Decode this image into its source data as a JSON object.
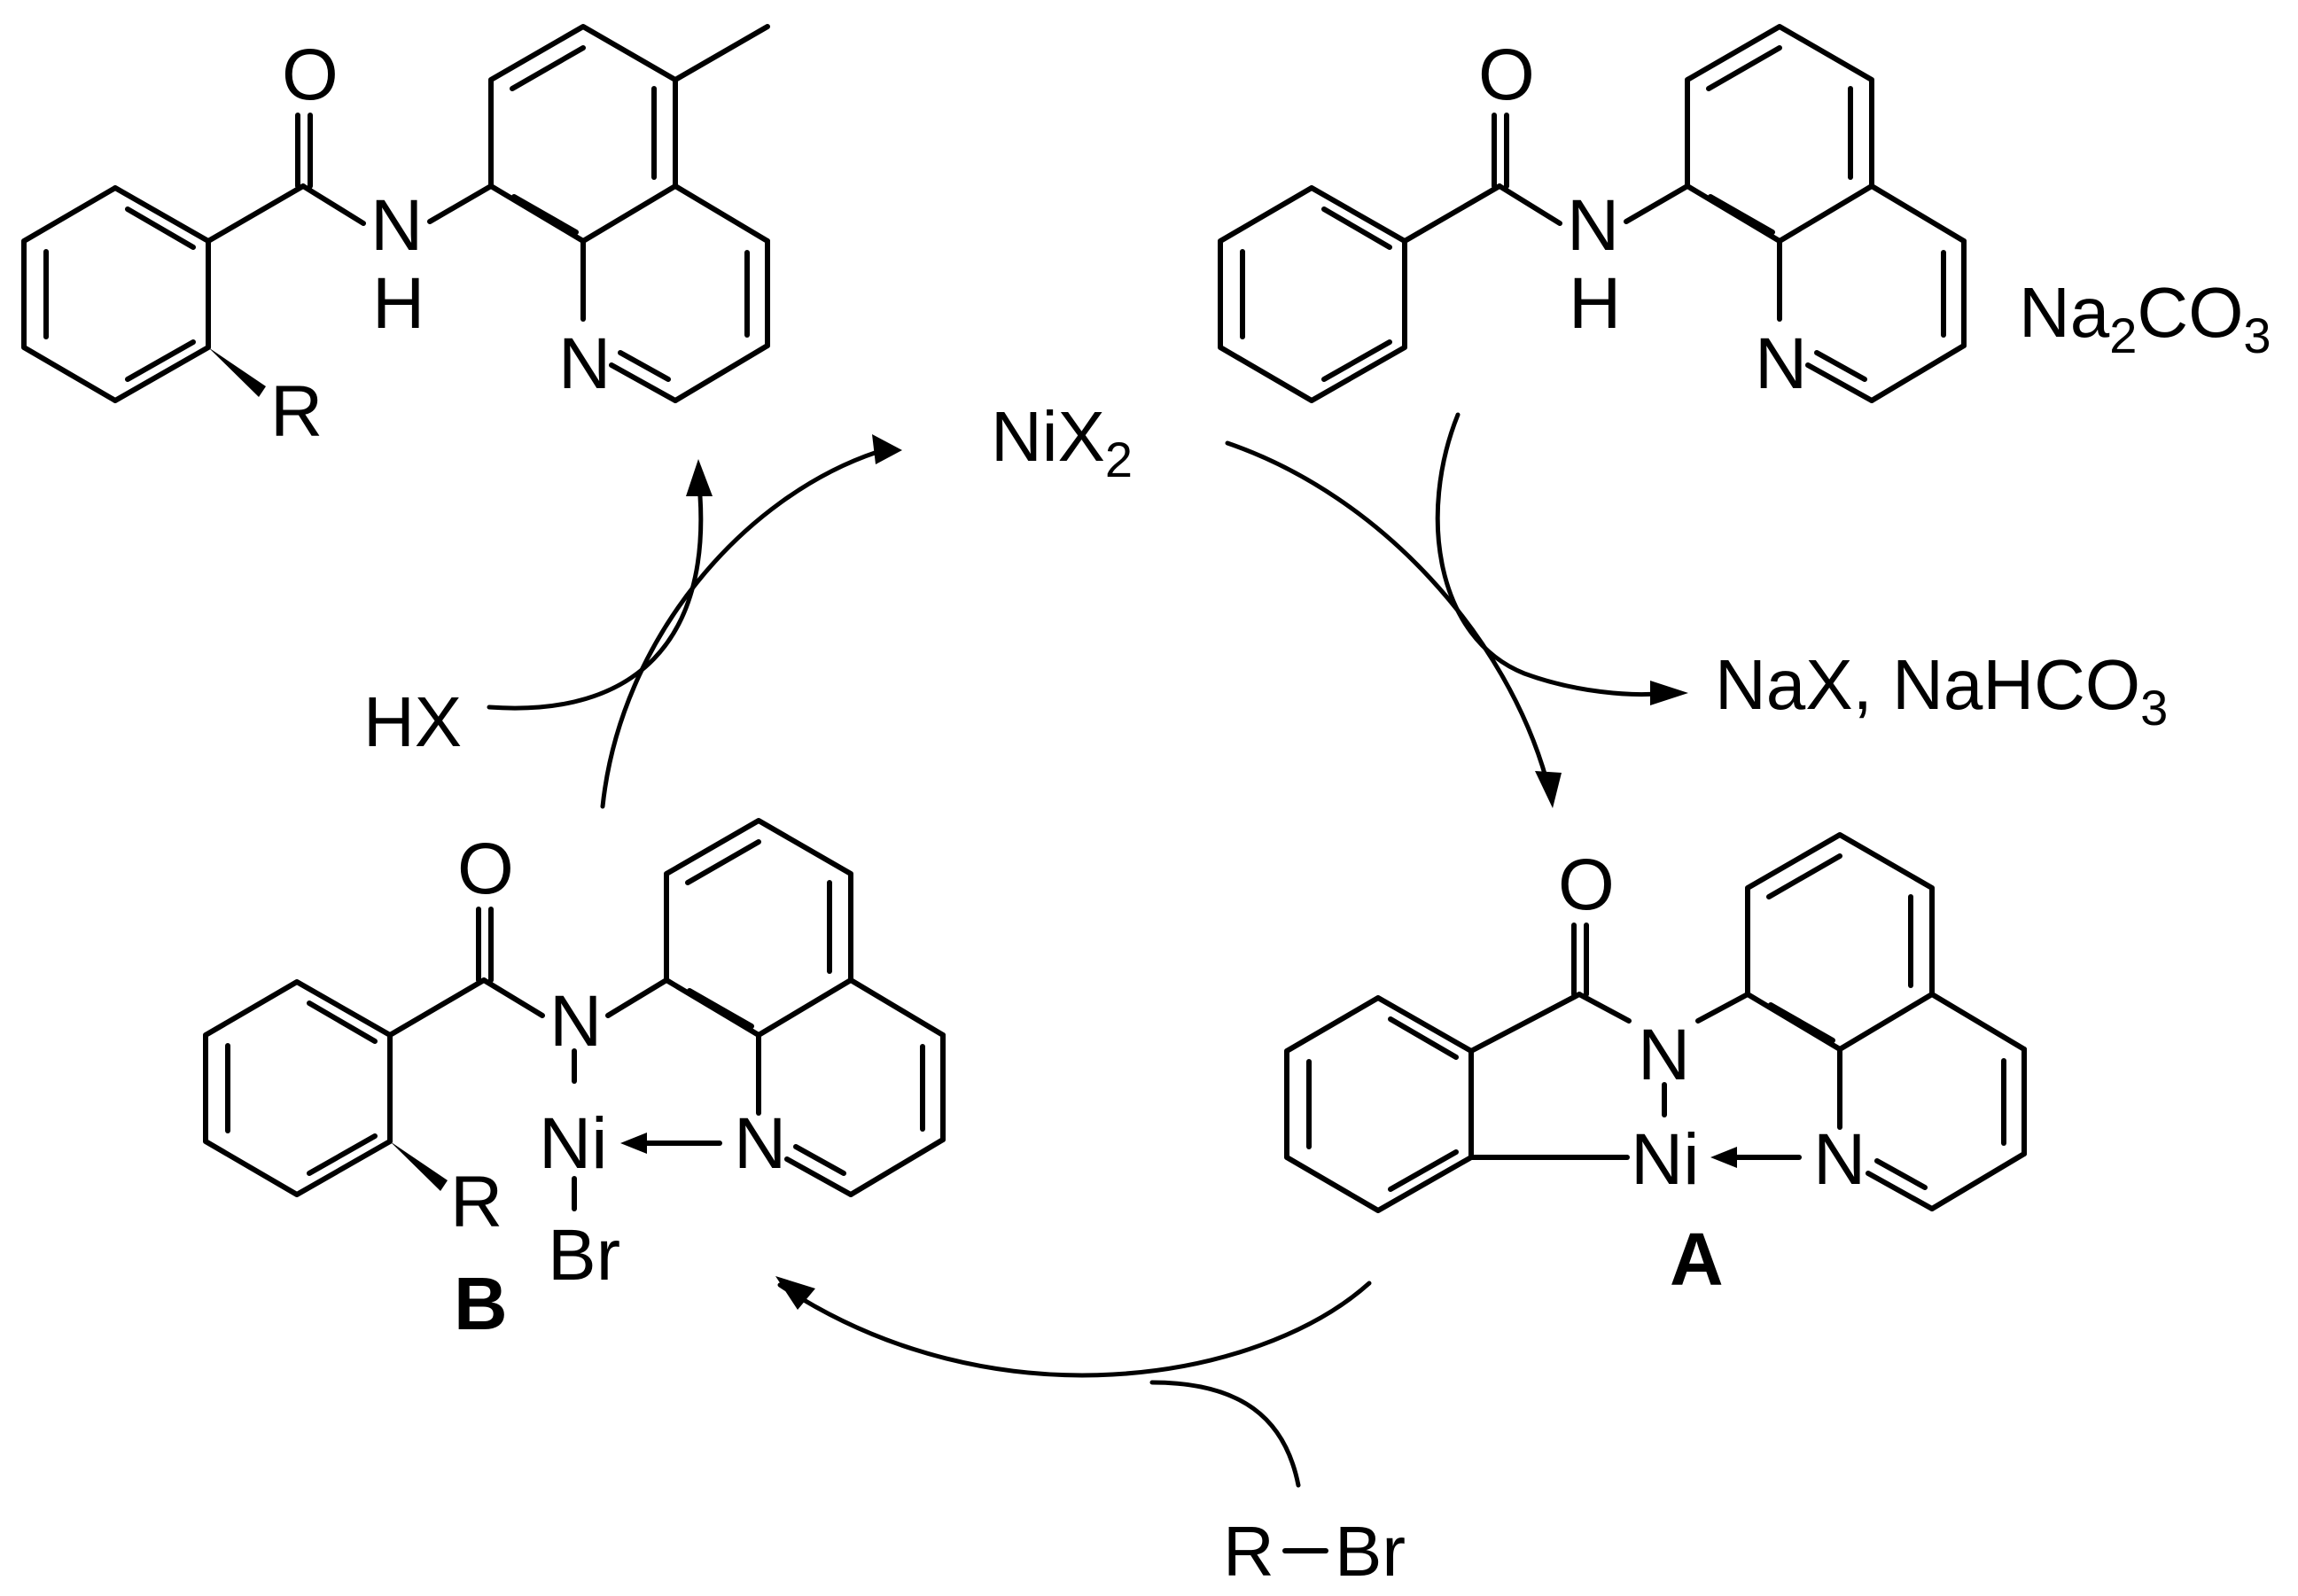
{
  "molecules": {
    "product": {
      "name": "2-alkylated benzamide product",
      "atoms": {
        "O": "O",
        "N": "N",
        "H": "H",
        "Nq": "N",
        "R": "R"
      }
    },
    "substrate": {
      "name": "N-(quinolin-8-yl)benzamide",
      "atoms": {
        "O": "O",
        "N": "N",
        "H": "H",
        "Nq": "N"
      }
    },
    "intermediate_a": {
      "label": "A",
      "atoms": {
        "O": "O",
        "N": "N",
        "Ni": "Ni",
        "Nq": "N"
      }
    },
    "intermediate_b": {
      "label": "B",
      "atoms": {
        "O": "O",
        "N": "N",
        "Ni": "Ni",
        "Br": "Br",
        "Nq": "N",
        "R": "R"
      }
    }
  },
  "reagents": {
    "catalyst": {
      "main": "NiX",
      "sub": "2"
    },
    "base": {
      "a": "Na",
      "sub1": "2",
      "b": "CO",
      "sub2": "3"
    },
    "byproduct": {
      "main": "NaX, NaHCO",
      "sub": "3"
    },
    "acid": "HX",
    "alkyl_halide": {
      "r": "R",
      "br": "Br"
    }
  },
  "colors": {
    "ink": "#000000",
    "background": "#ffffff"
  }
}
